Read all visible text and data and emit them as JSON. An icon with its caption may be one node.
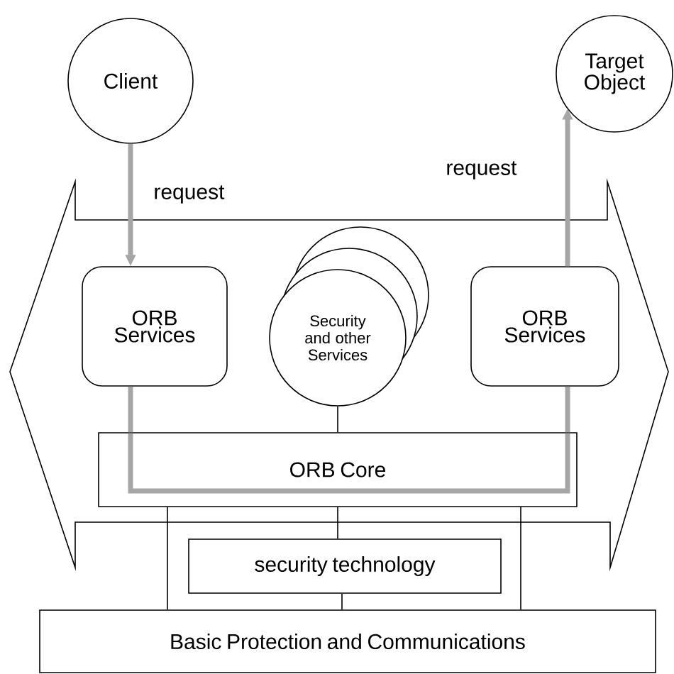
{
  "diagram": {
    "nodes": [
      {
        "text": [
          "Client"
        ]
      },
      {
        "text": [
          "Target Object"
        ]
      },
      {
        "text": [
          "ORB Services"
        ]
      },
      {
        "text": [
          "Security and other Services"
        ]
      },
      {
        "text": [
          "ORB Services"
        ]
      },
      {
        "text": [
          "ORB Core"
        ]
      },
      {
        "text": [
          "security technology"
        ]
      },
      {
        "text": [
          "Basic Protection and Communications"
        ]
      }
    ],
    "edges": [
      {
        "from": 0,
        "to": 2,
        "arrow": "to",
        "label": "request",
        "style": "thick",
        "color": "#a6a6a6"
      },
      {
        "from": 2,
        "to": 5,
        "arrow": "none",
        "style": "thick",
        "color": "#a6a6a6"
      },
      {
        "from": 5,
        "to": 4,
        "arrow": "none",
        "style": "thick",
        "color": "#a6a6a6"
      },
      {
        "from": 4,
        "to": 1,
        "arrow": "to",
        "label": "request",
        "style": "thick",
        "color": "#a6a6a6"
      },
      {
        "from": 3,
        "to": 5,
        "arrow": "none"
      },
      {
        "from": 5,
        "to": 6,
        "arrow": "none"
      },
      {
        "from": 6,
        "to": 7,
        "arrow": "none"
      },
      {
        "from": 5,
        "to": 7,
        "arrow": "none"
      },
      {
        "from": 5,
        "to": 7,
        "arrow": "none"
      }
    ]
  }
}
